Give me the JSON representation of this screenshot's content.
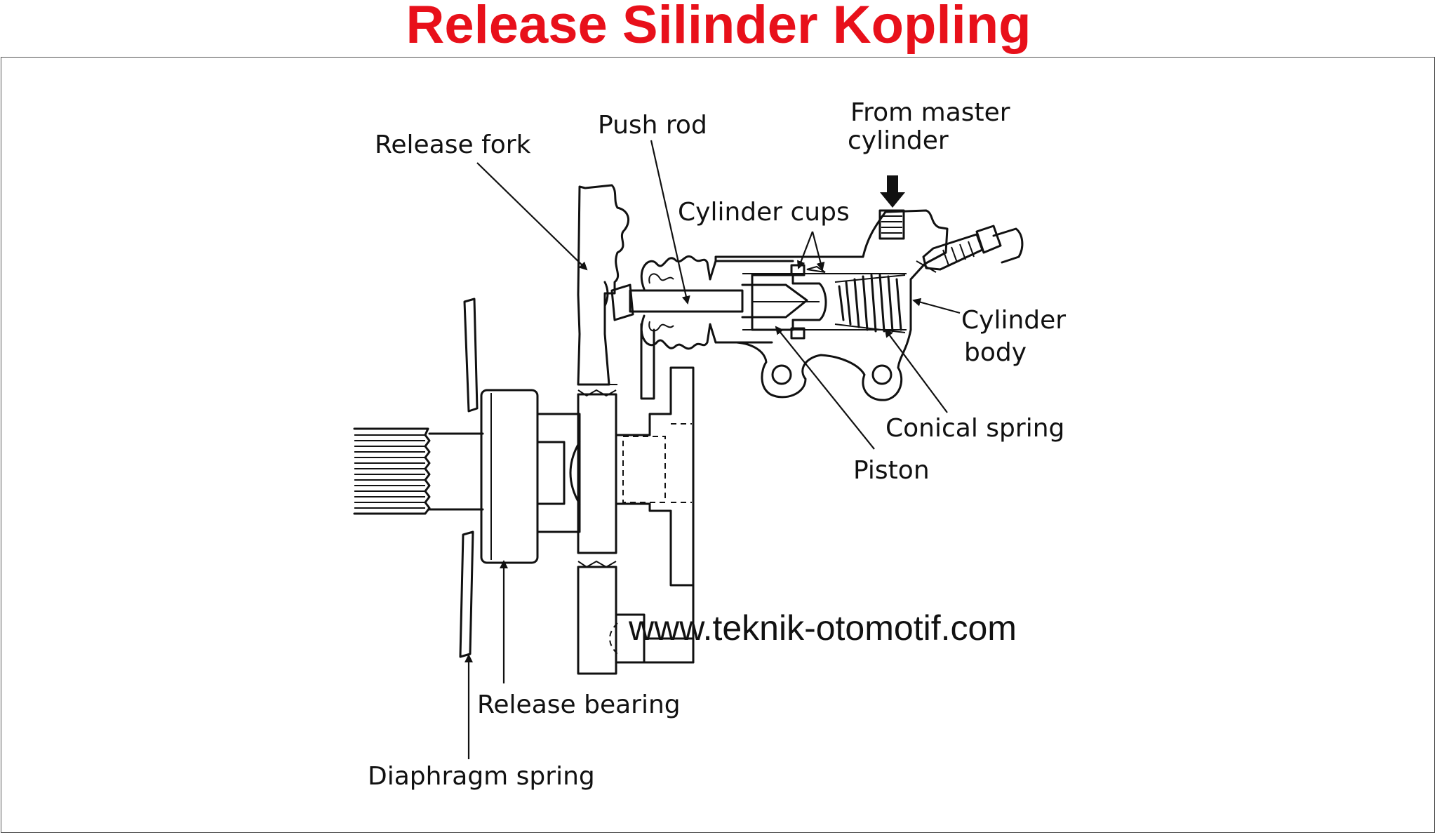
{
  "title": "Release Silinder Kopling",
  "labels": {
    "release_fork": "Release fork",
    "push_rod": "Push rod",
    "from_master_line1": "From master",
    "from_master_line2": "cylinder",
    "cylinder_cups": "Cylinder cups",
    "cylinder_body_line1": "Cylinder",
    "cylinder_body_line2": "body",
    "conical_spring": "Conical spring",
    "piston": "Piston",
    "release_bearing": "Release bearing",
    "diaphragm_spring": "Diaphragm spring"
  },
  "watermark": "www.teknik-otomotif.com",
  "colors": {
    "title": "#e8101a",
    "watermark": "#1a1adf",
    "ink": "#111111"
  }
}
